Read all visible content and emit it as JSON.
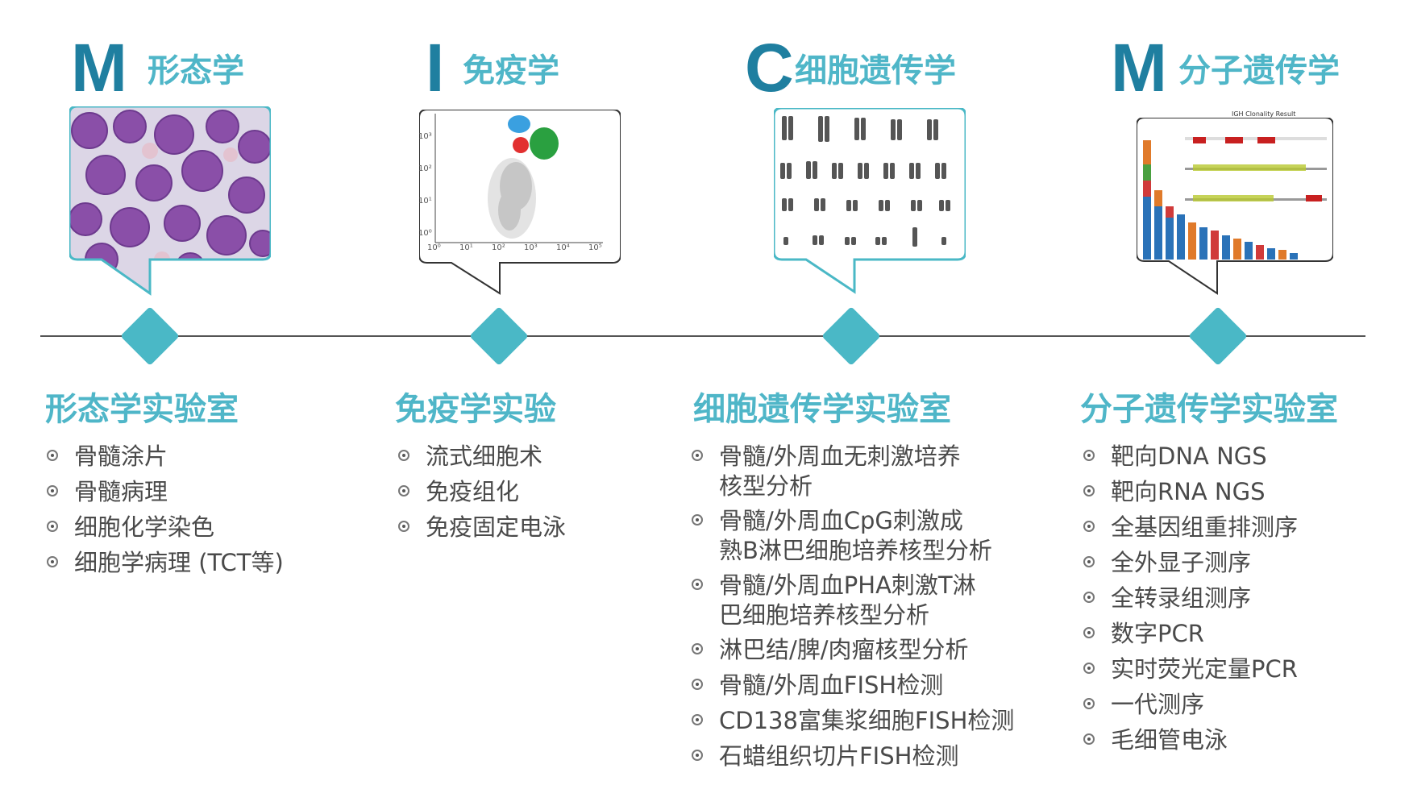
{
  "columns": [
    {
      "letter": "M",
      "subject": "形态学",
      "lab_title": "形态学实验室",
      "items": [
        "骨髓涂片",
        "骨髓病理",
        "细胞化学染色",
        "细胞学病理 (TCT等)"
      ]
    },
    {
      "letter": "I",
      "subject": "免疫学",
      "lab_title": "免疫学实验",
      "items": [
        "流式细胞术",
        "免疫组化",
        "免疫固定电泳"
      ]
    },
    {
      "letter": "C",
      "subject": "细胞遗传学",
      "lab_title": "细胞遗传学实验室",
      "items": [
        "骨髓/外周血无刺激培养",
        "核型分析",
        "骨髓/外周血CpG刺激成",
        "熟B淋巴细胞培养核型分析",
        "骨髓/外周血PHA刺激T淋",
        "巴细胞培养核型分析",
        "淋巴结/脾/肉瘤核型分析",
        "骨髓/外周血FISH检测",
        "CD138富集浆细胞FISH检测",
        "石蜡组织切片FISH检测"
      ]
    },
    {
      "letter": "M",
      "subject": "分子遗传学",
      "lab_title": "分子遗传学实验室",
      "items": [
        "靶向DNA NGS",
        "靶向RNA NGS",
        "全基因组重排测序",
        "全外显子测序",
        "全转录组测序",
        "数字PCR",
        "实时荧光定量PCR",
        "一代测序",
        "毛细管电泳"
      ]
    }
  ],
  "images": {
    "flow_axis_labels": [
      "10⁰",
      "10¹",
      "10²",
      "10³",
      "10⁴",
      "10⁵"
    ],
    "flow_y_labels": [
      "10³",
      "10²",
      "10¹",
      "10⁰"
    ],
    "igh_title": "IGH Clonality Result"
  },
  "colors": {
    "accent": "#4ab8c6",
    "letter": "#1f7fa0"
  }
}
